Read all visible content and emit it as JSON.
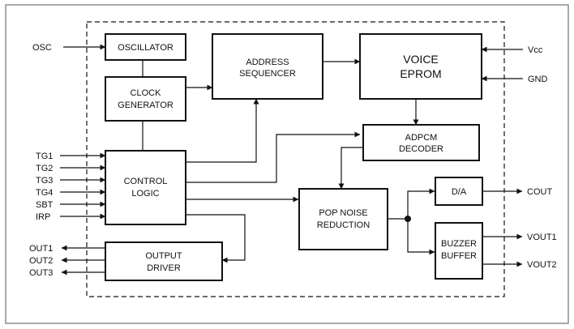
{
  "colors": {
    "stroke": "#111111",
    "background": "#ffffff",
    "frame": "#555555"
  },
  "blocks": {
    "oscillator": [
      "OSCILLATOR"
    ],
    "clock_generator": [
      "CLOCK",
      "GENERATOR"
    ],
    "address_sequencer": [
      "ADDRESS",
      "SEQUENCER"
    ],
    "voice_eprom": [
      "VOICE",
      "EPROM"
    ],
    "adpcm_decoder": [
      "ADPCM",
      "DECODER"
    ],
    "control_logic": [
      "CONTROL",
      "LOGIC"
    ],
    "pop_noise_reduction": [
      "POP NOISE",
      "REDUCTION"
    ],
    "da": [
      "D/A"
    ],
    "buzzer_buffer": [
      "BUZZER",
      "BUFFER"
    ],
    "output_driver": [
      "OUTPUT",
      "DRIVER"
    ]
  },
  "pins": {
    "osc": "OSC",
    "vcc": "Vcc",
    "gnd": "GND",
    "tg1": "TG1",
    "tg2": "TG2",
    "tg3": "TG3",
    "tg4": "TG4",
    "sbt": "SBT",
    "irp": "IRP",
    "out1": "OUT1",
    "out2": "OUT2",
    "out3": "OUT3",
    "cout": "COUT",
    "vout1": "VOUT1",
    "vout2": "VOUT2"
  }
}
